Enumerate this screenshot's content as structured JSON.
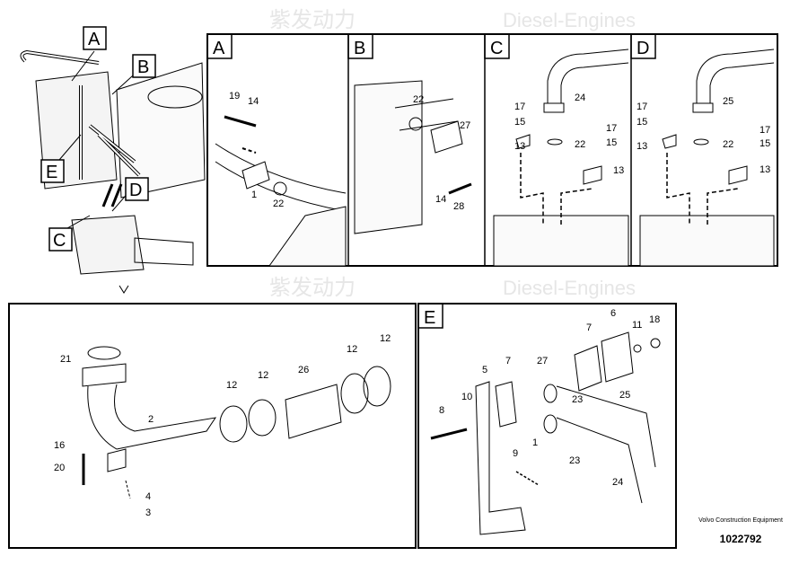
{
  "watermark": {
    "cn": "紫发动力",
    "en": "Diesel-Engines"
  },
  "overview_callouts": [
    "A",
    "B",
    "C",
    "D",
    "E"
  ],
  "panels": {
    "A": {
      "title": "A",
      "parts": [
        "19",
        "14",
        "1",
        "22"
      ]
    },
    "B": {
      "title": "B",
      "parts": [
        "22",
        "27",
        "14",
        "28"
      ]
    },
    "C": {
      "title": "C",
      "parts": [
        "17",
        "15",
        "24",
        "17",
        "15",
        "13",
        "22",
        "13"
      ]
    },
    "D": {
      "title": "D",
      "parts": [
        "17",
        "15",
        "25",
        "17",
        "15",
        "13",
        "22",
        "13"
      ]
    },
    "main": {
      "parts": [
        "21",
        "12",
        "12",
        "2",
        "12",
        "12",
        "26",
        "16",
        "20",
        "4",
        "3"
      ]
    },
    "E": {
      "title": "E",
      "parts": [
        "7",
        "6",
        "11",
        "18",
        "5",
        "7",
        "27",
        "10",
        "25",
        "8",
        "23",
        "1",
        "9",
        "23",
        "24"
      ]
    }
  },
  "footer": {
    "caption": "Volvo Construction Equipment",
    "number": "1022792"
  }
}
